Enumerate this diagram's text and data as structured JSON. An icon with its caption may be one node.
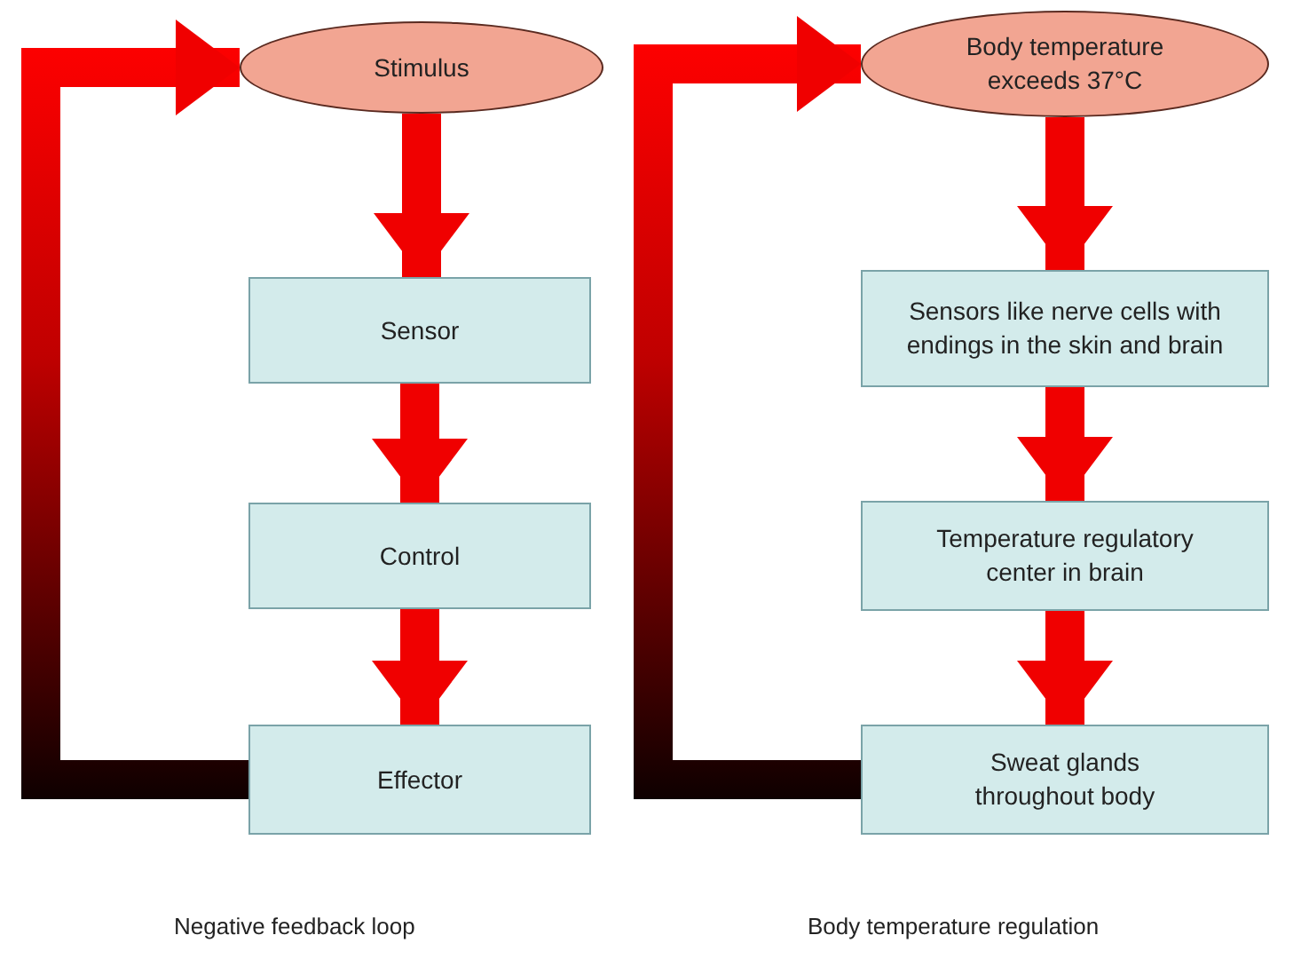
{
  "diagram": {
    "nodes": [
      {
        "text": [
          "Stimulus"
        ]
      },
      {
        "text": [
          "Sensor"
        ]
      },
      {
        "text": [
          "Control"
        ]
      },
      {
        "text": [
          "Effector"
        ]
      },
      {
        "text": [
          "Body temperature exceeds 37°C"
        ]
      },
      {
        "text": [
          "Sensors like nerve cells with endings in the skin and brain"
        ]
      },
      {
        "text": [
          "Temperature regulatory center in brain"
        ]
      },
      {
        "text": [
          "Sweat glands throughout body"
        ]
      }
    ],
    "edges": [
      {
        "from": 0,
        "to": 1,
        "arrow": "to"
      },
      {
        "from": 1,
        "to": 2,
        "arrow": "to"
      },
      {
        "from": 2,
        "to": 3,
        "arrow": "to"
      },
      {
        "from": 3,
        "to": 0,
        "arrow": "to"
      },
      {
        "from": 4,
        "to": 5,
        "arrow": "to"
      },
      {
        "from": 5,
        "to": 6,
        "arrow": "to"
      },
      {
        "from": 6,
        "to": 7,
        "arrow": "to"
      },
      {
        "from": 7,
        "to": 4,
        "arrow": "to"
      }
    ],
    "labels": [
      "Negative feedback loop",
      "Body temperature regulation"
    ]
  }
}
